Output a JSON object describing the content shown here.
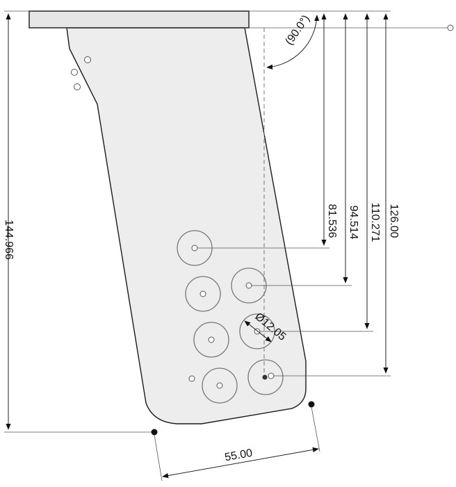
{
  "dimensions": {
    "overall_height": "144.966",
    "width_bottom": "55.00",
    "angle": "(90.0°)",
    "hole_diameter": "Ø12.05",
    "v1": "81.536",
    "v2": "94.514",
    "v3": "110.271",
    "v4": "126.00"
  },
  "colors": {
    "part_fill": "#ededed",
    "outline": "#1a1a1a"
  }
}
